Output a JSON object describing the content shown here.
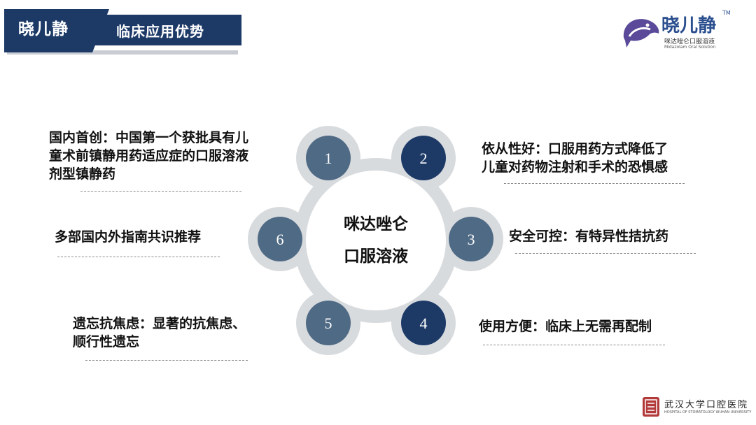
{
  "header": {
    "brand": "晓儿静",
    "title": "临床应用优势"
  },
  "logo": {
    "brand": "晓儿静",
    "tm": "TM",
    "subtitle": "咪达唑仑口服溶液",
    "english": "Midazolam Oral Solution"
  },
  "center": {
    "line1": "咪达唑仑",
    "line2": "口服溶液"
  },
  "nodes": [
    "1",
    "2",
    "3",
    "4",
    "5",
    "6"
  ],
  "items": {
    "i1": {
      "l1": "国内首创：中国第一个获批具有儿",
      "l2": "童术前镇静用药适应症的口服溶液",
      "l3": "剂型镇静药"
    },
    "i2": {
      "l1": "依从性好：口服用药方式降低了",
      "l2": "儿童对药物注射和手术的恐惧感"
    },
    "i3": {
      "l1": "安全可控：有特异性拮抗药"
    },
    "i4": {
      "l1": "使用方便：临床上无需再配制"
    },
    "i5": {
      "l1": "遗忘抗焦虑：显著的抗焦虑、",
      "l2": "顺行性遗忘"
    },
    "i6": {
      "l1": "多部国内外指南共识推荐"
    }
  },
  "institution": {
    "name": "武汉大学口腔医院",
    "english": "HOSPITAL OF STOMATOLOGY WUHAN UNIVERSITY"
  },
  "colors": {
    "navy": "#1d3a67",
    "steel": "#4f6a85",
    "ring": "#d6d9dc"
  }
}
